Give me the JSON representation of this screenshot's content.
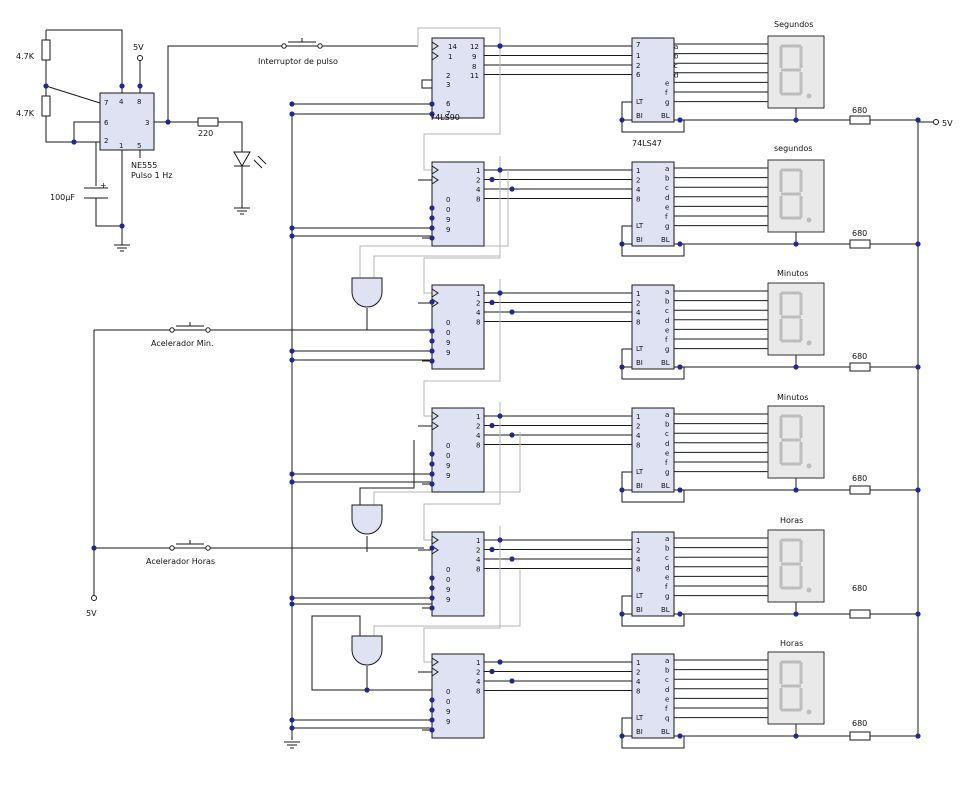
{
  "timer": {
    "r1": "4.7K",
    "r2": "4.7K",
    "chip_name": "NE555",
    "chip_sub": "Pulso 1 Hz",
    "pins": [
      "7",
      "4",
      "8",
      "6",
      "3",
      "2",
      "1",
      "5"
    ],
    "cap": "100µF",
    "cap_plus": "+",
    "vcc": "5V"
  },
  "led_res": "220",
  "switch_pulse": "Interruptor de pulso",
  "switch_min": "Acelerador Min.",
  "switch_hours": "Acelerador Horas",
  "vcc_left": "5V",
  "vcc_right": "5V",
  "counter_label": "74LS90",
  "decoder_label": "74LS47",
  "counter_pins_first": [
    "14",
    "1",
    "2",
    "3",
    "6",
    "7"
  ],
  "counter_outs_first": [
    "12",
    "9",
    "8",
    "11"
  ],
  "counter_outs": [
    "1",
    "2",
    "4",
    "8"
  ],
  "counter_ctrl": [
    "0",
    "0",
    "9",
    "9"
  ],
  "decoder_ins_first": [
    "7",
    "1",
    "2",
    "6"
  ],
  "decoder_ins": [
    "1",
    "2",
    "4",
    "8"
  ],
  "decoder_outs": [
    "a",
    "b",
    "c",
    "d",
    "e",
    "f",
    "g"
  ],
  "decoder_outs_last": [
    "a",
    "b",
    "c",
    "d",
    "e",
    "f",
    "q"
  ],
  "decoder_ctrl": [
    "LT",
    "BI",
    "BL"
  ],
  "display_res": "680",
  "display_titles": [
    "Segundos",
    "segundos",
    "Minutos",
    "Minutos",
    "Horas",
    "Horas"
  ]
}
